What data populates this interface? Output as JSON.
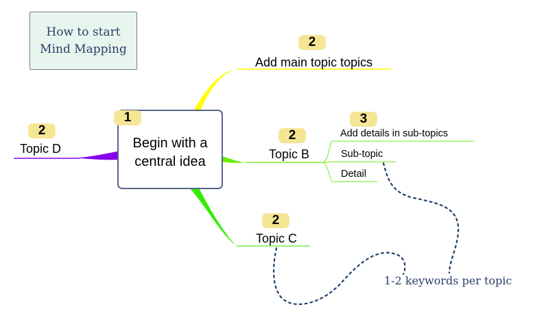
{
  "note": {
    "line1": "How to start",
    "line2": "Mind Mapping"
  },
  "central": {
    "line1": "Begin with a",
    "line2": "central idea",
    "badge": "1"
  },
  "topics": {
    "main": {
      "label": "Add main topic topics",
      "badge": "2",
      "color": "#ffff00"
    },
    "b": {
      "label": "Topic B",
      "badge": "2",
      "color": "#66ff00"
    },
    "c": {
      "label": "Topic C",
      "badge": "2",
      "color": "#33ee00"
    },
    "d": {
      "label": "Topic D",
      "badge": "2",
      "color": "#8800ee"
    }
  },
  "subtopics": {
    "badge": "3",
    "items": [
      "Add details in sub-topics",
      "Sub-topic",
      "Detail"
    ],
    "color": "#88ee44"
  },
  "annotation": {
    "text": "1-2 keywords per topic",
    "color": "#1f3f66"
  },
  "badge_color": "#f5e695"
}
